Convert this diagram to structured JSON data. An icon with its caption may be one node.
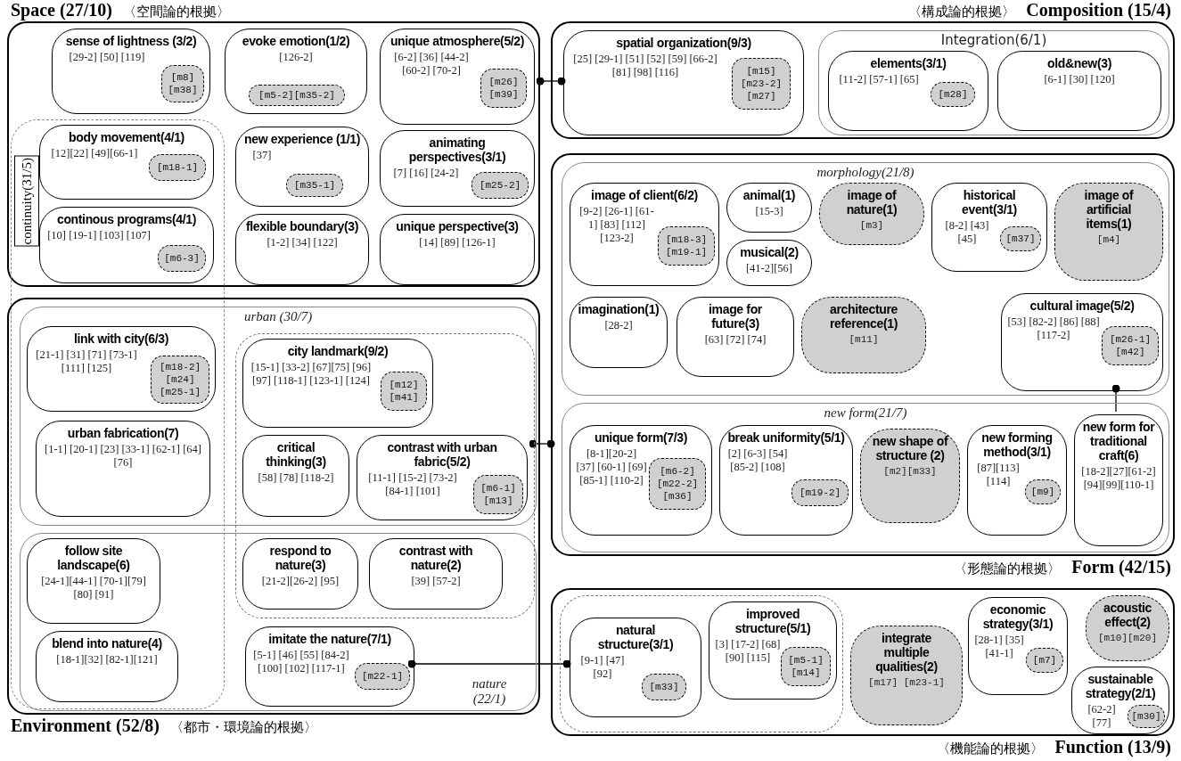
{
  "diagram": {
    "nodes": [
      {
        "text": [
          "Space (27/10)",
          "〈空間論的根拠〉"
        ]
      },
      {
        "text": [
          "sense of lightness (3/2)",
          "[29-2] [50] [119]"
        ],
        "in": 0
      },
      {
        "text": [
          "[m8] [m38]"
        ],
        "in": 1
      },
      {
        "text": [
          "evoke emotion(1/2)",
          "[126-2]"
        ],
        "in": 0
      },
      {
        "text": [
          "[m5-2][m35-2]"
        ],
        "in": 3
      },
      {
        "text": [
          "unique atmosphere(5/2)",
          "[6-2] [36] [44-2] [60-2] [70-2]"
        ],
        "in": 0
      },
      {
        "text": [
          "[m26] [m39]"
        ],
        "in": 5
      },
      {
        "text": [
          "continuity(31/5)"
        ]
      },
      {
        "text": [
          "body movement(4/1)",
          "[12][22] [49][66-1]"
        ]
      },
      {
        "text": [
          "[m18-1]"
        ],
        "in": 8
      },
      {
        "text": [
          "new experience (1/1)",
          "[37]"
        ],
        "in": 0
      },
      {
        "text": [
          "[m35-1]"
        ],
        "in": 10
      },
      {
        "text": [
          "animating perspectives(3/1)",
          "[7] [16] [24-2]"
        ],
        "in": 0
      },
      {
        "text": [
          "[m25-2]"
        ],
        "in": 12
      },
      {
        "text": [
          "continous programs(4/1)",
          "[10] [19-1] [103] [107]"
        ]
      },
      {
        "text": [
          "[m6-3]"
        ],
        "in": 14
      },
      {
        "text": [
          "flexible boundary(3)",
          "[1-2] [34] [122]"
        ],
        "in": 0
      },
      {
        "text": [
          "unique perspective(3)",
          "[14] [89] [126-1]"
        ],
        "in": 0
      },
      {
        "text": [
          "〈構成論的根拠〉",
          "Composition (15/4)"
        ]
      },
      {
        "text": [
          "spatial organization(9/3)",
          "[25] [29-1] [51] [52] [59] [66-2] [81] [98] [116]"
        ],
        "in": 18
      },
      {
        "text": [
          "[m15] [m23-2] [m27]"
        ],
        "in": 19
      },
      {
        "text": [
          "Integration(6/1)"
        ],
        "in": 18
      },
      {
        "text": [
          "elements(3/1)",
          "[11-2] [57-1] [65]"
        ],
        "in": 21
      },
      {
        "text": [
          "[m28]"
        ],
        "in": 22
      },
      {
        "text": [
          "old&new(3)",
          "[6-1] [30] [120]"
        ],
        "in": 21
      },
      {
        "text": [
          "〈形態論的根拠〉",
          "Form (42/15)"
        ]
      },
      {
        "text": [
          "morphology(21/8)"
        ],
        "in": 25
      },
      {
        "text": [
          "image of client(6/2)",
          "[9-2] [26-1] [61-1] [83] [112] [123-2]"
        ],
        "in": 26
      },
      {
        "text": [
          "[m18-3] [m19-1]"
        ],
        "in": 27
      },
      {
        "text": [
          "animal(1)",
          "[15-3]"
        ],
        "in": 26
      },
      {
        "text": [
          "image of nature(1)",
          "[m3]"
        ],
        "in": 26
      },
      {
        "text": [
          "historical event(3/1)",
          "[8-2] [43] [45]"
        ],
        "in": 26
      },
      {
        "text": [
          "[m37]"
        ],
        "in": 31
      },
      {
        "text": [
          "image of artificial items(1)",
          "[m4]"
        ],
        "in": 26
      },
      {
        "text": [
          "imagination(1)",
          "[28-2]"
        ],
        "in": 26
      },
      {
        "text": [
          "musical(2)",
          "[41-2][56]"
        ],
        "in": 26
      },
      {
        "text": [
          "architecture reference(1)",
          "[m11]"
        ],
        "in": 26
      },
      {
        "text": [
          "image for future(3)",
          "[63] [72] [74]"
        ],
        "in": 26
      },
      {
        "text": [
          "cultural image(5/2)",
          "[53] [82-2] [86] [88] [117-2]"
        ],
        "in": 26
      },
      {
        "text": [
          "[m26-1] [m42]"
        ],
        "in": 38
      },
      {
        "text": [
          "new form(21/7)"
        ],
        "in": 25
      },
      {
        "text": [
          "unique form(7/3)",
          "[8-1][20-2] [37] [60-1] [69] [85-1] [110-2]"
        ],
        "in": 40
      },
      {
        "text": [
          "[m6-2] [m22-2] [m36]"
        ],
        "in": 41
      },
      {
        "text": [
          "break uniformity(5/1)",
          "[2] [6-3] [54] [85-2] [108]"
        ],
        "in": 40
      },
      {
        "text": [
          "[m19-2]"
        ],
        "in": 43
      },
      {
        "text": [
          "new shape of structure (2)",
          "[m2][m33]"
        ],
        "in": 40
      },
      {
        "text": [
          "new forming method(3/1)",
          "[87][113] [114]"
        ],
        "in": 40
      },
      {
        "text": [
          "[m9]"
        ],
        "in": 46
      },
      {
        "text": [
          "new form for traditional craft(6)",
          "[18-2][27][61-2] [94][99][110-1]"
        ],
        "in": 40
      },
      {
        "text": [
          "Environment (52/8)",
          "〈都市・環境論的根拠〉"
        ]
      },
      {
        "text": [
          "urban (30/7)"
        ],
        "in": 49
      },
      {
        "text": [
          "link with city(6/3)",
          "[21-1] [31] [71] [73-1] [111] [125]"
        ]
      },
      {
        "text": [
          "[m18-2] [m24] [m25-1]"
        ],
        "in": 51
      },
      {
        "text": [
          "urban fabrication(7)",
          "[1-1] [20-1] [23] [33-1] [62-1] [64] [76]"
        ]
      },
      {
        "text": [],
        "shape": "box",
        "in": 49
      },
      {
        "text": [
          "city landmark(9/2)",
          "[15-1] [33-2] [67][75] [96] [97] [118-1] [123-1] [124]"
        ]
      },
      {
        "text": [
          "[m12] [m41]"
        ],
        "in": 55
      },
      {
        "text": [
          "critical thinking(3)",
          "[58] [78] [118-2]"
        ]
      },
      {
        "text": [
          "contrast with urban fabric(5/2)",
          "[11-1] [15-2] [73-2] [84-1] [101]"
        ]
      },
      {
        "text": [
          "[m6-1] [m13]"
        ],
        "in": 58
      },
      {
        "text": [
          "nature (22/1)"
        ],
        "in": 49
      },
      {
        "text": [
          "follow site landscape(6)",
          "[24-1][44-1] [70-1][79][80] [91]"
        ]
      },
      {
        "text": [
          "respond to nature(3)",
          "[21-2][26-2] [95]"
        ]
      },
      {
        "text": [
          "contrast with nature(2)",
          "[39] [57-2]"
        ]
      },
      {
        "text": [
          "blend into nature(4)",
          "[18-1][32] [82-1][121]"
        ]
      },
      {
        "text": [
          "imitate the nature(7/1)",
          "[5-1] [46] [55] [84-2] [100] [102] [117-1]"
        ],
        "in": 60
      },
      {
        "text": [
          "[m22-1]"
        ],
        "in": 65
      },
      {
        "text": [
          "〈機能論的根拠〉",
          "Function (13/9)"
        ]
      },
      {
        "text": [],
        "shape": "box",
        "in": 67
      },
      {
        "text": [
          "natural structure(3/1)",
          "[9-1] [47] [92]"
        ],
        "in": 68
      },
      {
        "text": [
          "[m33]"
        ],
        "in": 69
      },
      {
        "text": [
          "improved structure(5/1)",
          "[3] [17-2] [68] [90] [115]"
        ],
        "in": 68
      },
      {
        "text": [
          "[m5-1] [m14]"
        ],
        "in": 71
      },
      {
        "text": [
          "integrate multiple qualities(2)",
          "[m17] [m23-1]"
        ],
        "in": 67
      },
      {
        "text": [
          "economic strategy(3/1)",
          "[28-1] [35] [41-1]"
        ],
        "in": 67
      },
      {
        "text": [
          "[m7]"
        ],
        "in": 74
      },
      {
        "text": [
          "acoustic effect(2)",
          "[m10][m20]"
        ],
        "in": 67
      },
      {
        "text": [
          "sustainable strategy(2/1)",
          "[62-2] [77]"
        ],
        "in": 67
      },
      {
        "text": [
          "[m30]"
        ],
        "in": 77
      }
    ],
    "edges": [
      {
        "from": 0,
        "to": 19,
        "arrow": "other"
      },
      {
        "from": 54,
        "to": 25,
        "arrow": "other"
      },
      {
        "from": 38,
        "to": 48,
        "arrow": "other"
      },
      {
        "from": 65,
        "to": 69,
        "arrow": "other"
      }
    ]
  }
}
